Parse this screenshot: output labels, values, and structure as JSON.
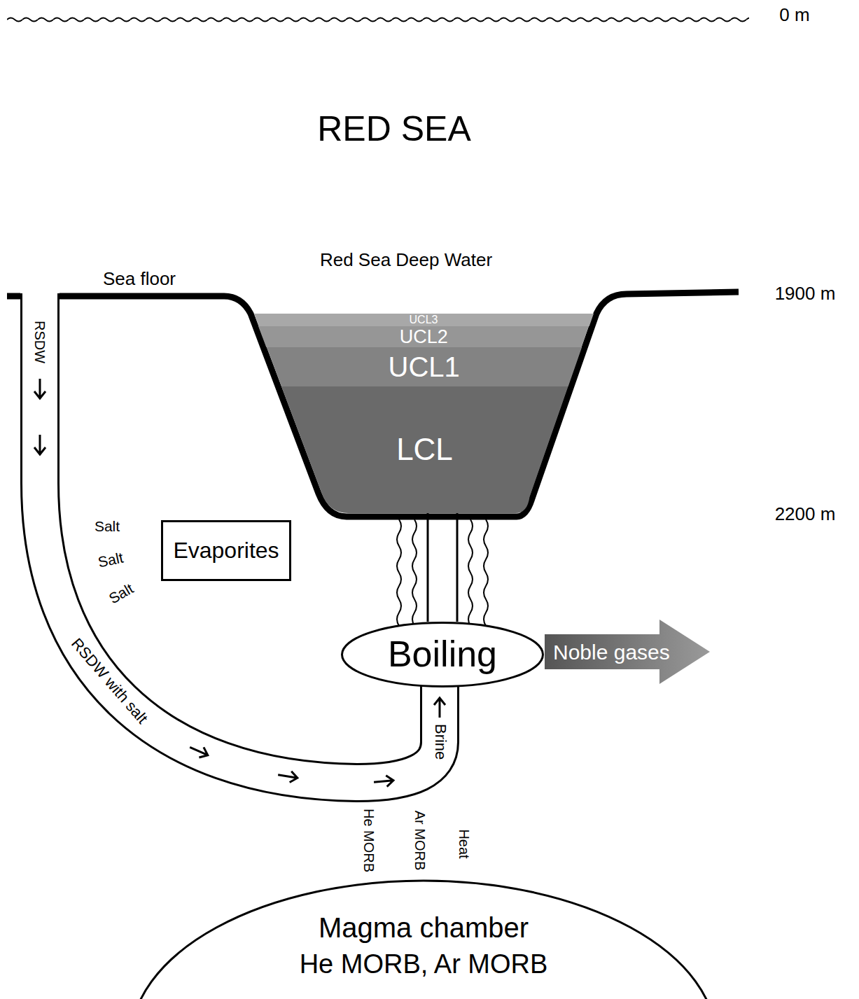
{
  "diagram": {
    "title": "RED SEA",
    "nodes": [
      {
        "text": [
          "UCL3"
        ]
      },
      {
        "text": [
          "UCL2"
        ]
      },
      {
        "text": [
          "UCL1"
        ]
      },
      {
        "text": [
          "LCL"
        ]
      },
      {
        "text": [
          "Evaporites"
        ]
      },
      {
        "text": [
          "Boiling"
        ]
      },
      {
        "text": [
          "Noble gases"
        ]
      },
      {
        "text": [
          "Magma chamber",
          "He MORB, Ar MORB"
        ]
      }
    ],
    "edges": [
      {
        "from": 5,
        "to": 3,
        "arrow": "none"
      }
    ],
    "labels": [
      "0 m",
      "Red Sea Deep Water",
      "Sea floor",
      "1900 m",
      "2200 m",
      "RSDW",
      "Salt",
      "Salt",
      "Salt",
      "RSDW with salt",
      "Brine",
      "He MORB",
      "Ar MORB",
      "Heat"
    ]
  }
}
